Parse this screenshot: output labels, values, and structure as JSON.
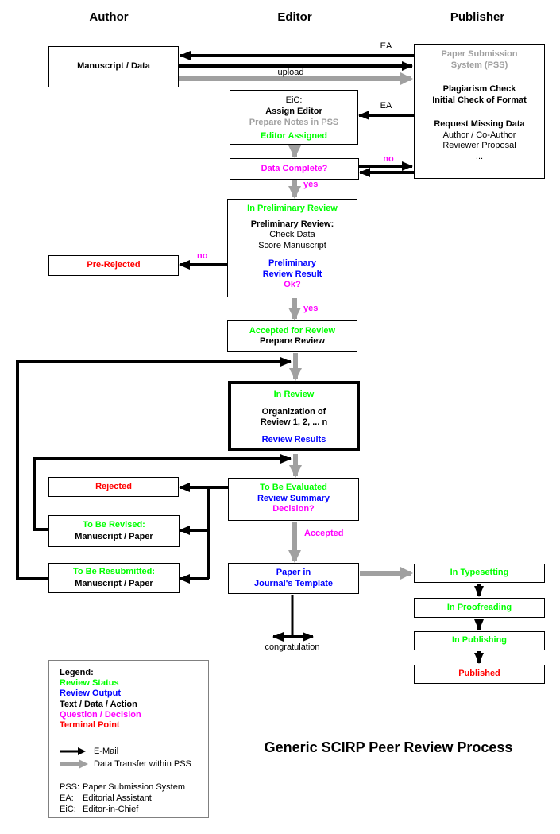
{
  "title": "Generic SCIRP Peer Review Process",
  "headers": {
    "author": "Author",
    "editor": "Editor",
    "publisher": "Publisher"
  },
  "colors": {
    "review_status_green": "#00ff00",
    "review_output_blue": "#0000ff",
    "question_decision_magenta": "#ff00ff",
    "terminal_point_red": "#ff0000",
    "pss_gray": "#a0a0a0",
    "text_black": "#000000"
  },
  "boxes": {
    "manuscript": [
      "Manuscript / Data"
    ],
    "pss": [
      "Paper Submission",
      "System (PSS)",
      "Plagiarism Check",
      "Initial Check of Format",
      "Request Missing Data",
      "Author / Co-Author",
      "Reviewer Proposal",
      "..."
    ],
    "eic": [
      "EiC:",
      "Assign Editor",
      "Prepare Notes in PSS",
      "Editor Assigned"
    ],
    "data_complete": [
      "Data Complete?"
    ],
    "preliminary": [
      "In Preliminary Review",
      "Preliminary Review:",
      "Check Data",
      "Score Manuscript",
      "Preliminary",
      "Review Result",
      "Ok?"
    ],
    "pre_rejected": [
      "Pre-Rejected"
    ],
    "accepted": [
      "Accepted for Review",
      "Prepare Review"
    ],
    "in_review": [
      "In Review",
      "Organization of",
      "Review 1, 2, ... n",
      "Review Results"
    ],
    "evaluated": [
      "To Be Evaluated",
      "Review Summary",
      "Decision?"
    ],
    "rejected": [
      "Rejected"
    ],
    "revised": [
      "To Be Revised:",
      "Manuscript / Paper"
    ],
    "resubmitted": [
      "To Be Resubmitted:",
      "Manuscript / Paper"
    ],
    "paper": [
      "Paper in",
      "Journal's Template"
    ],
    "typesetting": [
      "In Typesetting"
    ],
    "proofreading": [
      "In Proofreading"
    ],
    "publishing": [
      "In Publishing"
    ],
    "published": [
      "Published"
    ]
  },
  "edge_labels": {
    "ea_top": "EA",
    "upload": "upload",
    "ea_mid": "EA",
    "no_data": "no",
    "yes_data": "yes",
    "no_prelim": "no",
    "yes_prelim": "yes",
    "accepted": "Accepted",
    "congratulation": "congratulation"
  },
  "legend": {
    "title": "Legend:",
    "review_status": "Review Status",
    "review_output": "Review Output",
    "text_data_action": "Text / Data / Action",
    "question_decision": "Question / Decision",
    "terminal_point": "Terminal Point",
    "email": "E-Mail",
    "data_transfer": "Data Transfer within PSS",
    "abbreviations": [
      {
        "abbr": "PSS:",
        "def": "Paper Submission System"
      },
      {
        "abbr": "EA:",
        "def": "Editorial Assistant"
      },
      {
        "abbr": "EiC:",
        "def": "Editor-in-Chief"
      }
    ]
  }
}
